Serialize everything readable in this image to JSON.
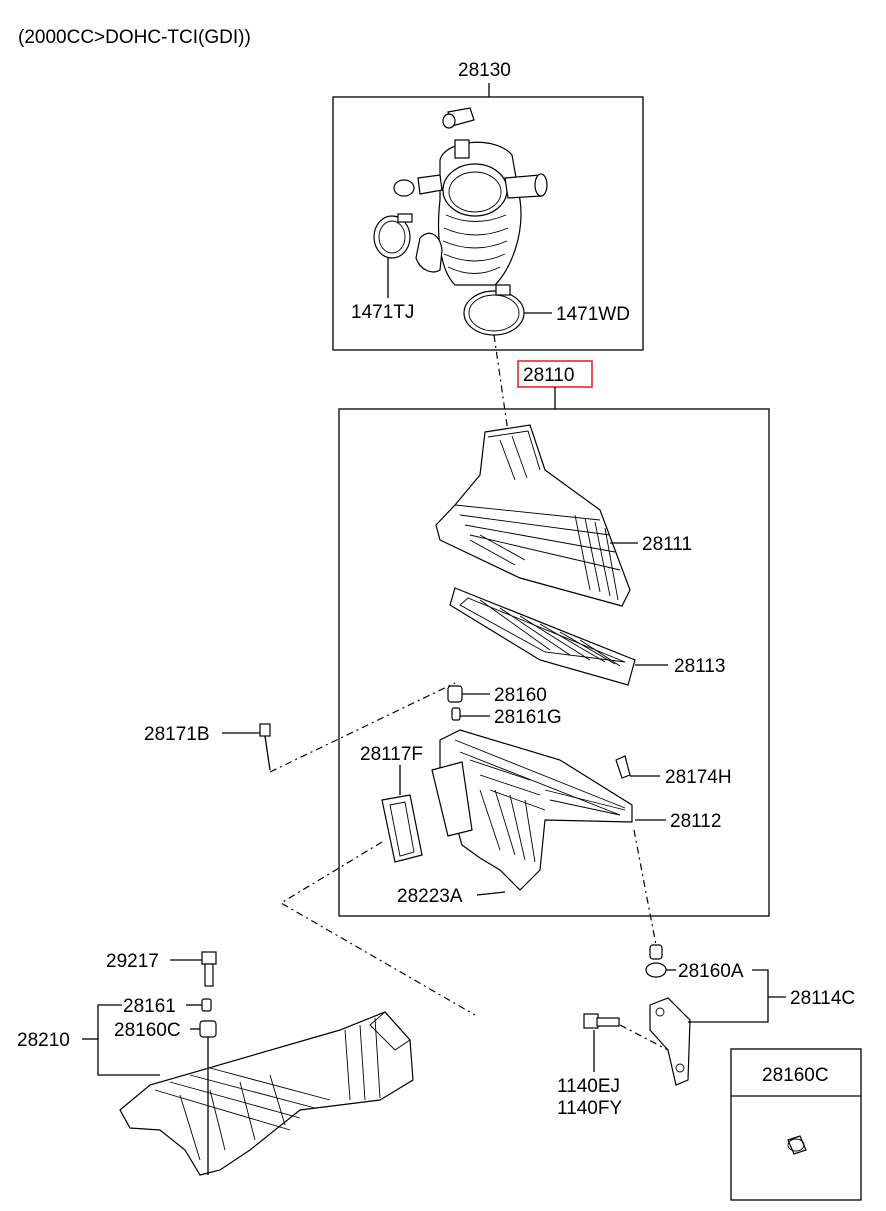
{
  "title": "(2000CC>DOHC-TCI(GDI))",
  "labels": {
    "p28130": "28130",
    "p1471TJ": "1471TJ",
    "p1471WD": "1471WD",
    "p28110": "28110",
    "p28111": "28111",
    "p28113": "28113",
    "p28160": "28160",
    "p28161G": "28161G",
    "p28171B": "28171B",
    "p28117F": "28117F",
    "p28174H": "28174H",
    "p28112": "28112",
    "p28223A": "28223A",
    "p29217": "29217",
    "p28161": "28161",
    "p28160C": "28160C",
    "p28210": "28210",
    "p28160A": "28160A",
    "p28114C": "28114C",
    "p1140EJ": "1140EJ",
    "p1140FY": "1140FY",
    "p28160C_box": "28160C"
  },
  "highlight_color": "#e8191f"
}
